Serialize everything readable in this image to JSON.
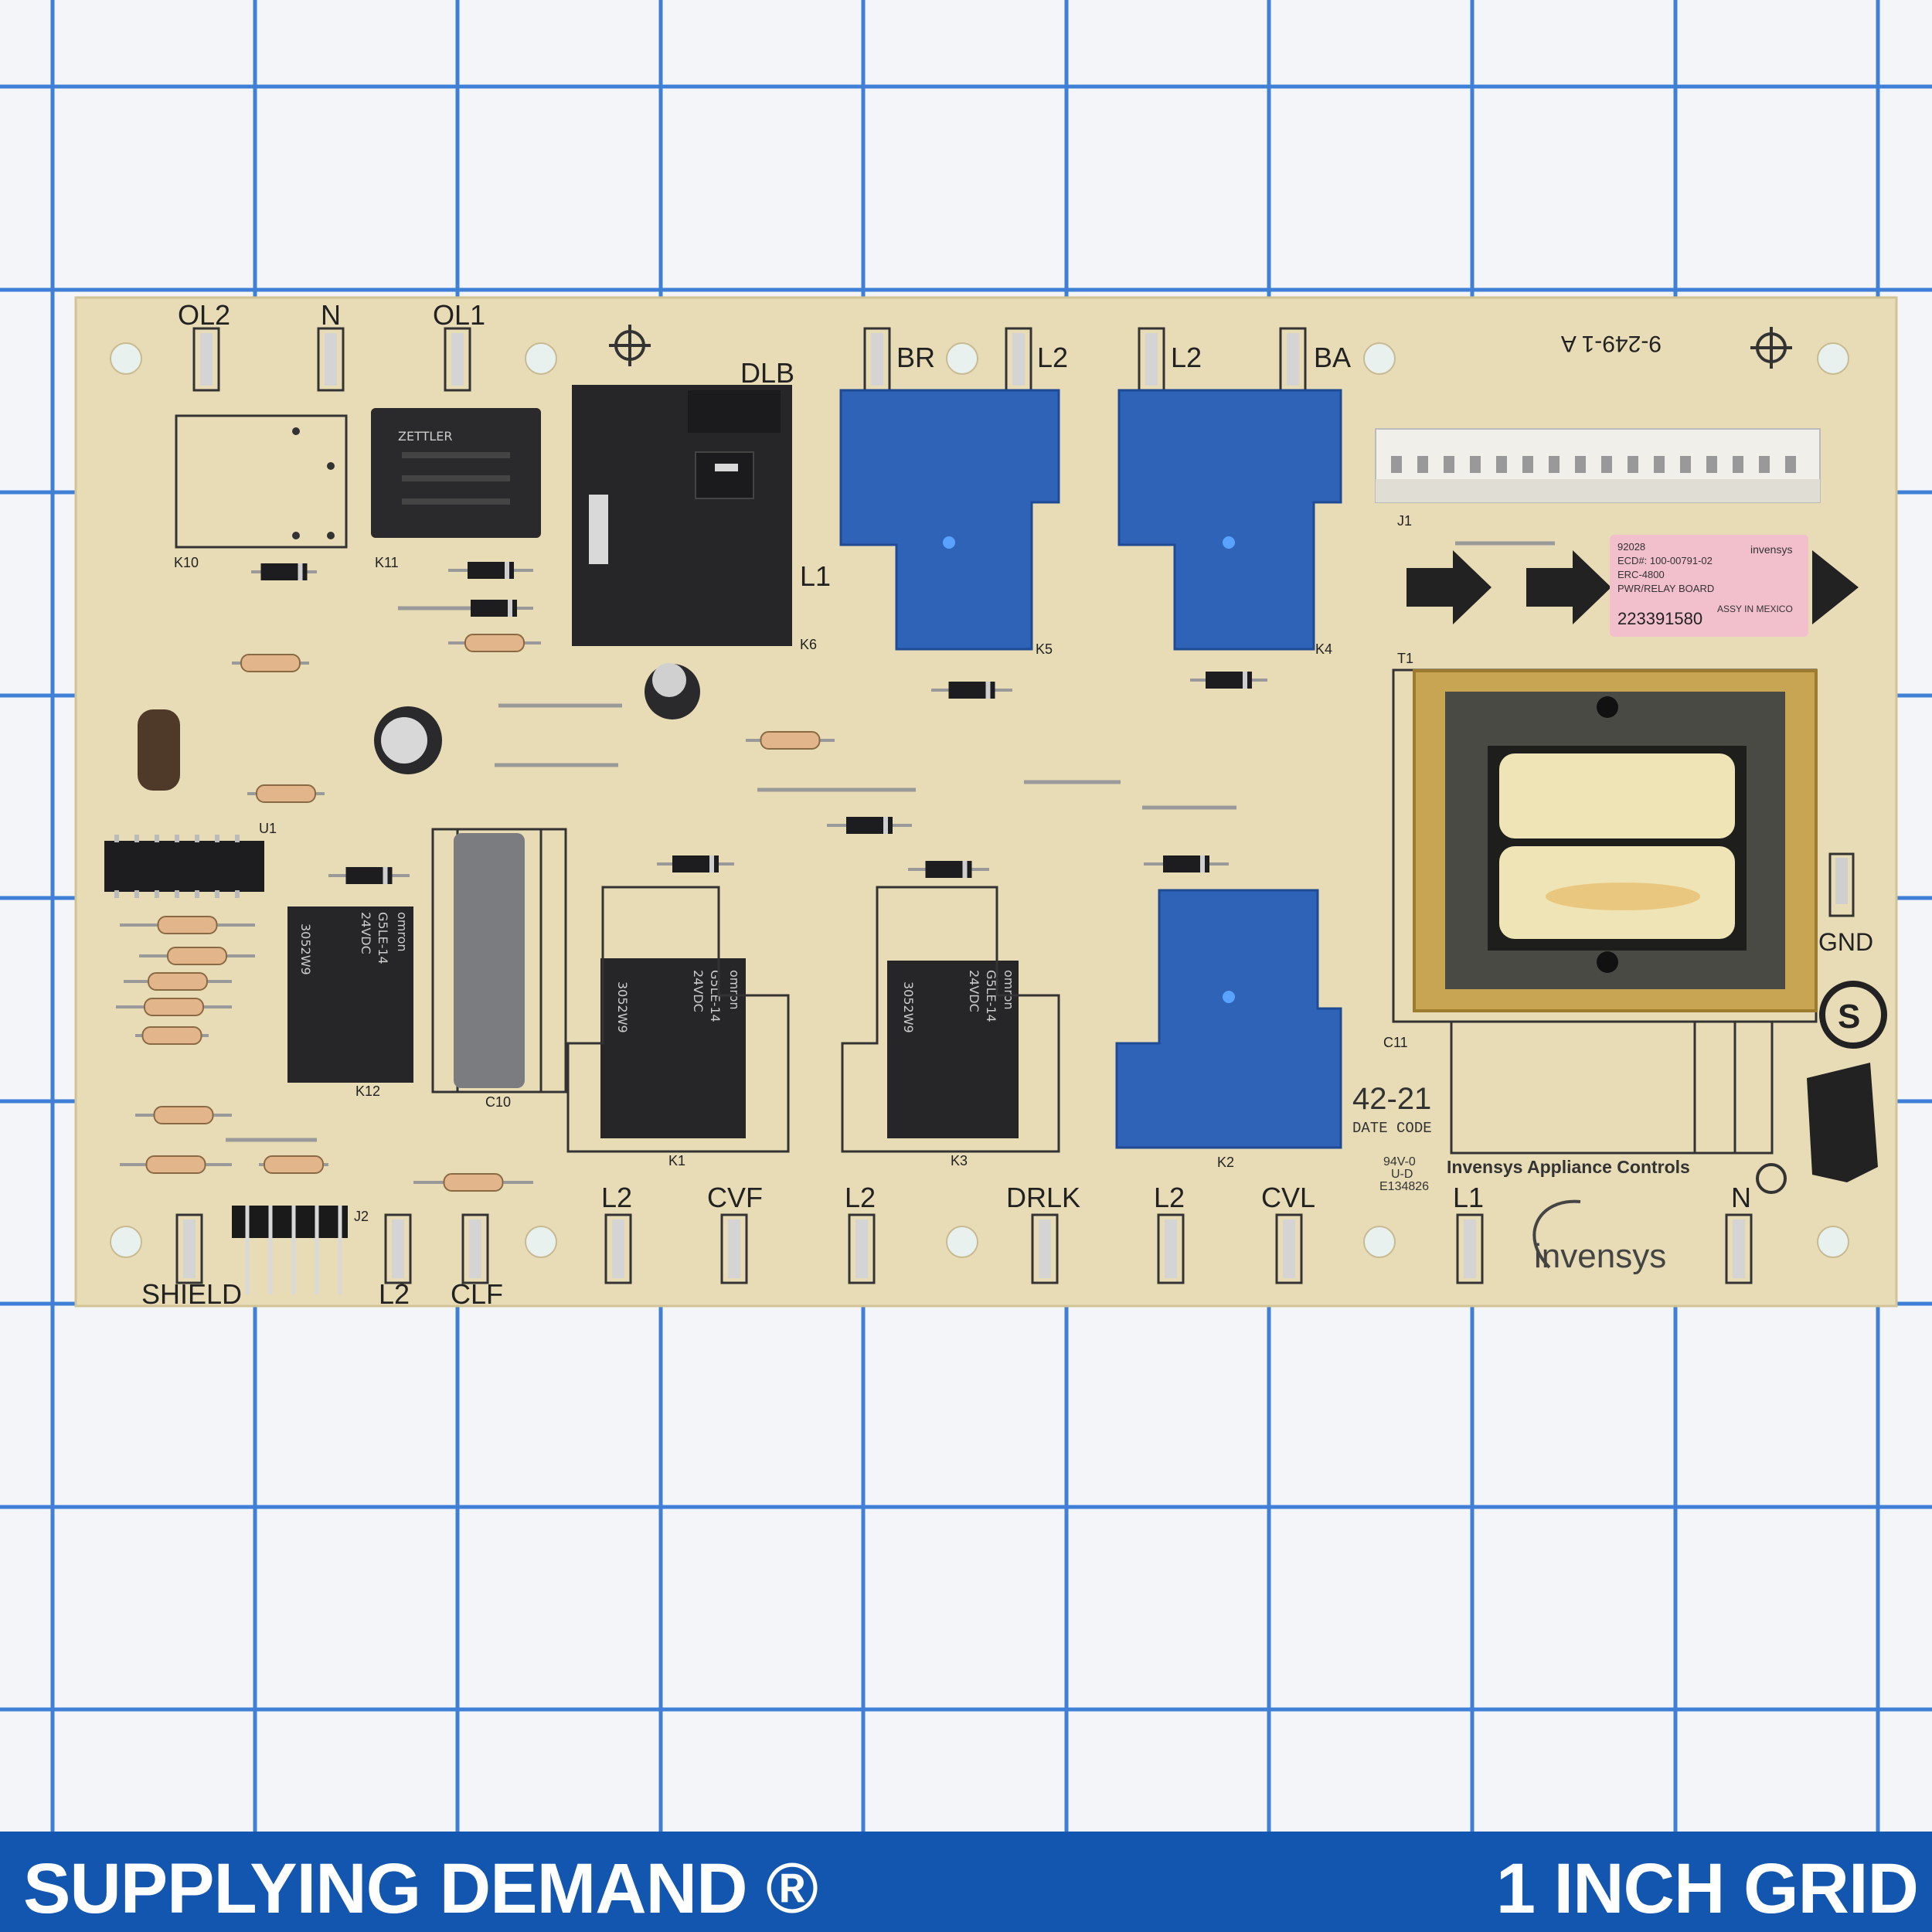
{
  "footer": {
    "brand": "SUPPLYING DEMAND ®",
    "grid_label": "1 INCH GRID"
  },
  "colors": {
    "background": "#f4f5f8",
    "grid_line": "#3f7fd6",
    "pcb": "#e8dcb6",
    "relay_blue": "#2f63b8",
    "relay_black": "#262628",
    "footer": "#1256b0",
    "sticker": "#f2bfcc"
  },
  "board": {
    "top_terminals": [
      {
        "label": "OL2",
        "id": "E16"
      },
      {
        "label": "N",
        "id": "E15"
      },
      {
        "label": "OL1",
        "id": "E14"
      },
      {
        "label": "BR",
        "id": "E12"
      },
      {
        "label": "L2",
        "id": "E13"
      },
      {
        "label": "L2",
        "id": "E10"
      },
      {
        "label": "BA",
        "id": "E11"
      }
    ],
    "bottom_terminals": [
      {
        "label": "SHIELD",
        "id": "E19"
      },
      {
        "label": "L2",
        "id": "E18"
      },
      {
        "label": "CLF",
        "id": "E17"
      },
      {
        "label": "L2",
        "id": "E5"
      },
      {
        "label": "CVF",
        "id": "E4"
      },
      {
        "label": "L2",
        "id": "E9"
      },
      {
        "label": "DRLK",
        "id": "E8"
      },
      {
        "label": "L2",
        "id": "E7"
      },
      {
        "label": "CVL",
        "id": "E6"
      },
      {
        "label": "L1",
        "id": "E2"
      },
      {
        "label": "N",
        "id": "E3"
      }
    ],
    "part_code": "9-249-1 A",
    "labels": {
      "dlb": "DLB",
      "l1": "L1",
      "gnd": "GND",
      "j1": "J1",
      "j2": "J2",
      "t1": "T1",
      "c11": "C11",
      "date_value": "42-21",
      "date_code": "DATE CODE",
      "manufacturer": "Invensys Appliance Controls",
      "logo": "invensys",
      "ul_code": "94V-0",
      "ul_sub": "U-D",
      "ul_file": "E134826"
    },
    "small_relays": [
      {
        "ref": "K12",
        "brand": "omron",
        "model": "G5LE-14",
        "voltage": "24VDC",
        "code": "3052W9"
      },
      {
        "ref": "K1",
        "brand": "omron",
        "model": "G5LE-14",
        "voltage": "24VDC",
        "code": "3052W9"
      },
      {
        "ref": "K3",
        "brand": "omron",
        "model": "G5LE-14",
        "voltage": "24VDC",
        "code": "3052W9"
      }
    ],
    "large_relays": [
      {
        "ref": "K5"
      },
      {
        "ref": "K4"
      },
      {
        "ref": "K2"
      }
    ],
    "other_parts": {
      "k6": "K6",
      "k11": "K11",
      "k10": "K10",
      "zettler": "ZETTLER",
      "u1": "U1",
      "c10": "C10"
    },
    "sticker": {
      "line1": "92028",
      "line2": "ECD#: 100-00791-02",
      "line3": "ERC-4800",
      "line4": "PWR/RELAY BOARD",
      "brand": "invensys",
      "serial": "223391580",
      "origin": "ASSY IN MEXICO"
    }
  }
}
